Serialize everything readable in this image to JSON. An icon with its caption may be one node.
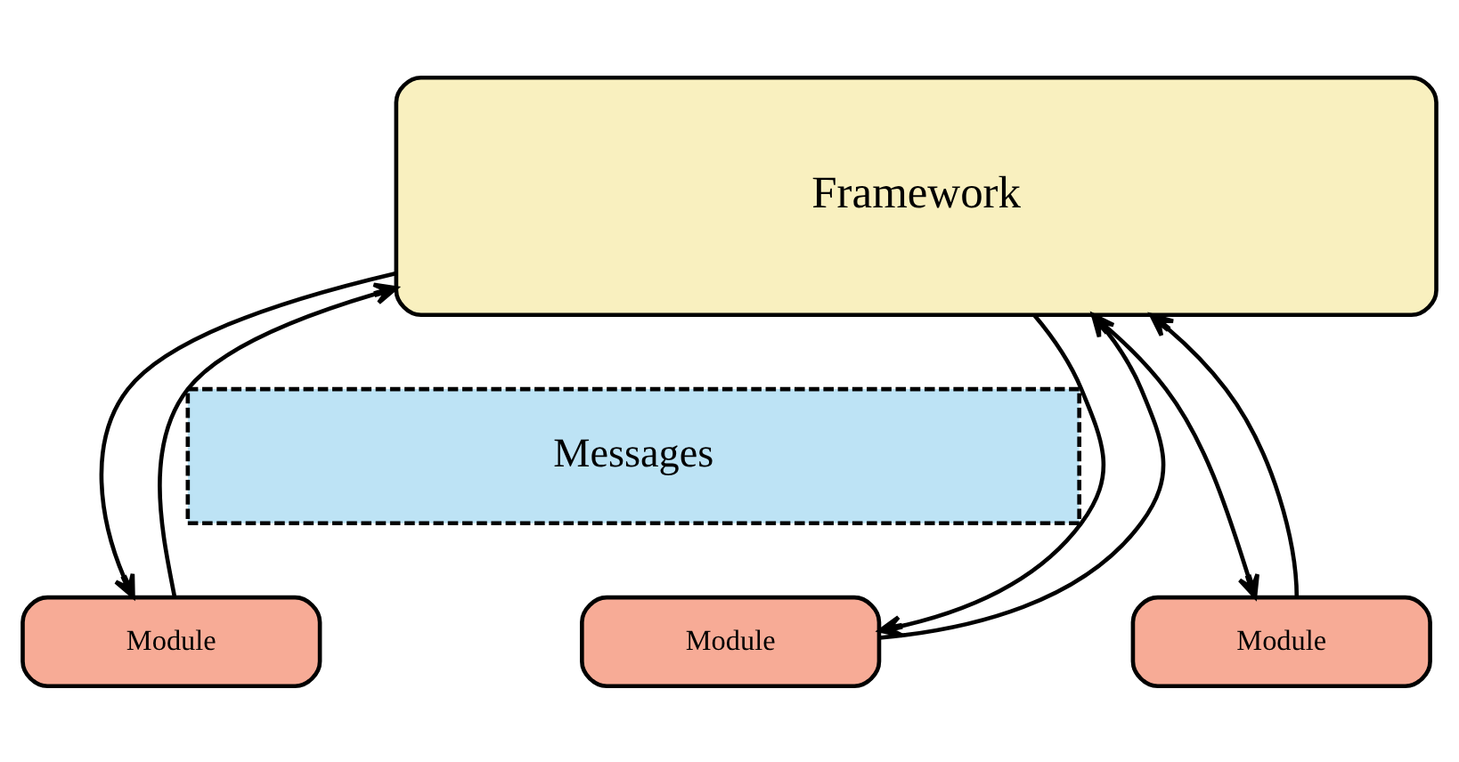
{
  "diagram": {
    "nodes": [
      {
        "text": [
          "Framework"
        ]
      },
      {
        "text": [
          "Messages"
        ]
      },
      {
        "text": [
          "Module"
        ]
      },
      {
        "text": [
          "Module"
        ]
      },
      {
        "text": [
          "Module"
        ]
      }
    ],
    "edges": [
      {
        "from": 2,
        "to": 0,
        "arrow": "to"
      },
      {
        "from": 0,
        "to": 2,
        "arrow": "to"
      },
      {
        "from": 3,
        "to": 0,
        "arrow": "to"
      },
      {
        "from": 0,
        "to": 3,
        "arrow": "to"
      },
      {
        "from": 4,
        "to": 0,
        "arrow": "to"
      },
      {
        "from": 0,
        "to": 4,
        "arrow": "to"
      }
    ]
  }
}
